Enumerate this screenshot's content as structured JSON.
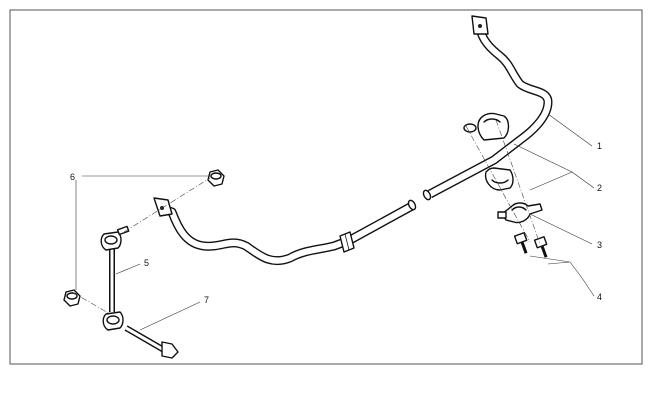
{
  "callouts": {
    "c1": "1",
    "c2": "2",
    "c3": "3",
    "c4": "4",
    "c5": "5",
    "c6": "6",
    "c7": "7"
  },
  "colors": {
    "line": "#111111",
    "background": "#ffffff",
    "frame": "#555555"
  }
}
